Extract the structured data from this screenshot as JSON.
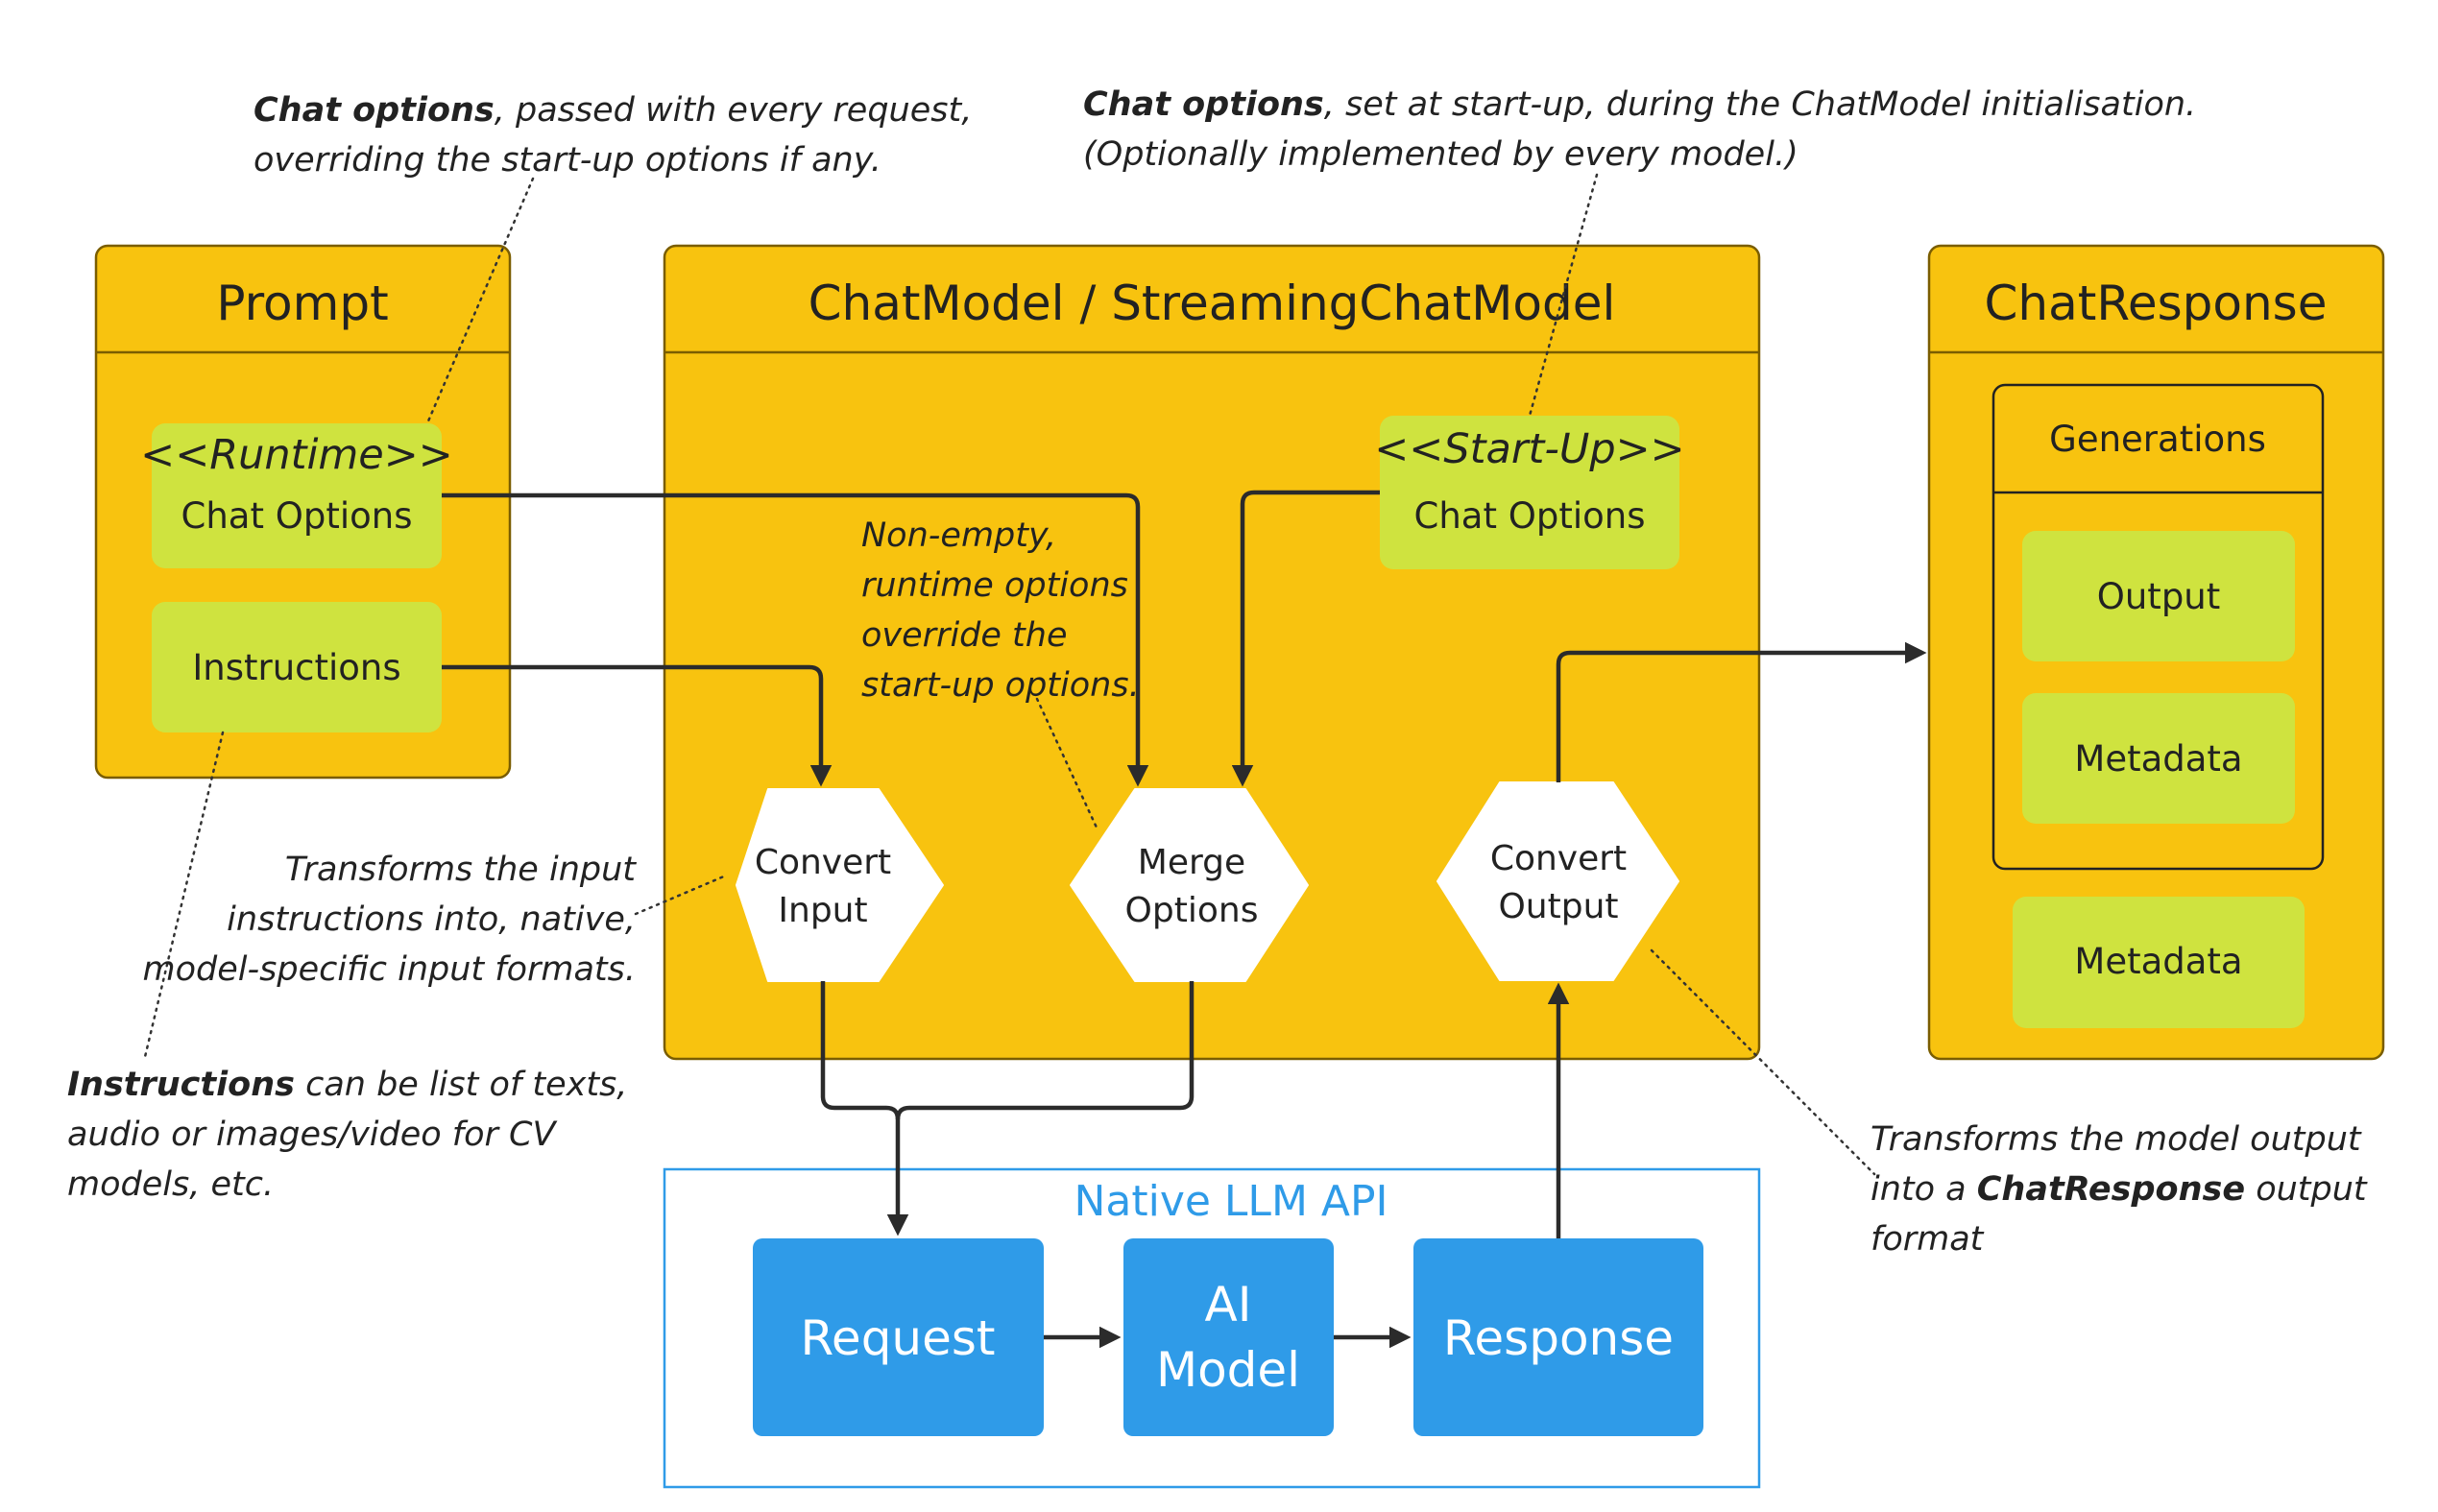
{
  "prompt": {
    "title": "Prompt",
    "runtime_stereotype": "<<Runtime>>",
    "runtime_label": "Chat Options",
    "instructions_label": "Instructions"
  },
  "chat_model": {
    "title": "ChatModel / StreamingChatModel",
    "startup_stereotype": "<<Start-Up>>",
    "startup_label": "Chat Options",
    "convert_input": [
      "Convert",
      "Input"
    ],
    "merge_options": [
      "Merge",
      "Options"
    ],
    "convert_output": [
      "Convert",
      "Output"
    ]
  },
  "chat_response": {
    "title": "ChatResponse",
    "generations_title": "Generations",
    "output_label": "Output",
    "generation_metadata_label": "Metadata",
    "metadata_label": "Metadata"
  },
  "native_api": {
    "title": "Native LLM API",
    "request_label": "Request",
    "ai_model_label": [
      "AI",
      "Model"
    ],
    "response_label": "Response"
  },
  "notes": {
    "runtime_options": {
      "bold": "Chat options",
      "line1_rest": ", passed with every  request,",
      "line2": "overriding the start-up options if any."
    },
    "startup_options": {
      "bold": "Chat options",
      "line1_rest": ", set at start-up, during  the ChatModel initialisation.",
      "line2": "(Optionally implemented by every model.)"
    },
    "merge_note": [
      "Non-empty,",
      "runtime options",
      "override the",
      "start-up options."
    ],
    "convert_input_note": [
      "Transforms the input",
      "instructions into, native,",
      "model-specific input formats."
    ],
    "instructions_note": {
      "bold": "Instructions",
      "line1_rest": " can be list of texts,",
      "line2": "audio or images/video for CV",
      "line3": "models, etc."
    },
    "convert_output_note": {
      "line1": "Transforms the model output",
      "line2_prefix": "into  a ",
      "line2_bold": "ChatResponse",
      "line2_suffix": " output",
      "line3": "format"
    }
  },
  "colors": {
    "container": "#f8c30f",
    "container_border": "#8a6a00",
    "inner_box": "#cfe33f",
    "hexagon": "#ffffff",
    "native_block": "#2f9be8",
    "native_border": "#2f9be8",
    "connector": "#2b2b2b"
  }
}
